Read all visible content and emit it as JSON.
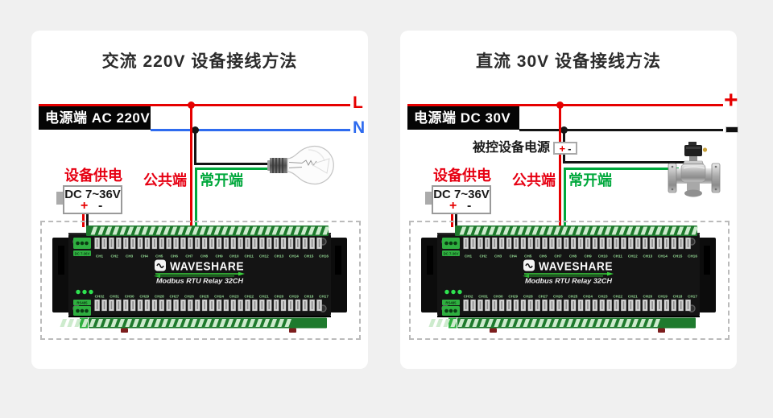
{
  "colors": {
    "wire_red": "#e60000",
    "wire_blue": "#2e6bef",
    "wire_green": "#00a83c",
    "wire_black": "#141414",
    "label_red": "#e60012",
    "page_bg": "#f0f0f0",
    "panel_bg": "#ffffff"
  },
  "panels": [
    {
      "title": "交流 220V 设备接线方法",
      "power_label": "电源端 AC 220V",
      "line1_label": "L",
      "line2_label": "N",
      "supply_label": "设备供电",
      "battery_text": "DC 7~36V",
      "battery_plus": "+",
      "battery_minus": "-",
      "common_label": "公共端",
      "no_label": "常开端",
      "load": "light-bulb"
    },
    {
      "title": "直流 30V 设备接线方法",
      "power_label": "电源端 DC 30V",
      "line1_label": "+",
      "line2_label": "-",
      "controlled_label": "被控设备电源",
      "controlled_plus": "+",
      "controlled_minus": "-",
      "supply_label": "设备供电",
      "battery_text": "DC 7~36V",
      "battery_plus": "+",
      "battery_minus": "-",
      "common_label": "公共端",
      "no_label": "常开端",
      "load": "solenoid-valve"
    }
  ],
  "device": {
    "brand": "WAVESHARE",
    "model": "Modbus RTU Relay 32CH",
    "power_port": "DC 7-36V",
    "comm_port": "RS485",
    "channels_top": [
      "CH1",
      "CH2",
      "CH3",
      "CH4",
      "CH5",
      "CH6",
      "CH7",
      "CH8",
      "CH9",
      "CH10",
      "CH11",
      "CH12",
      "CH13",
      "CH14",
      "CH15",
      "CH16"
    ],
    "channels_bottom": [
      "CH32",
      "CH31",
      "CH30",
      "CH29",
      "CH28",
      "CH27",
      "CH26",
      "CH25",
      "CH24",
      "CH23",
      "CH22",
      "CH21",
      "CH20",
      "CH19",
      "CH18",
      "CH17"
    ]
  }
}
